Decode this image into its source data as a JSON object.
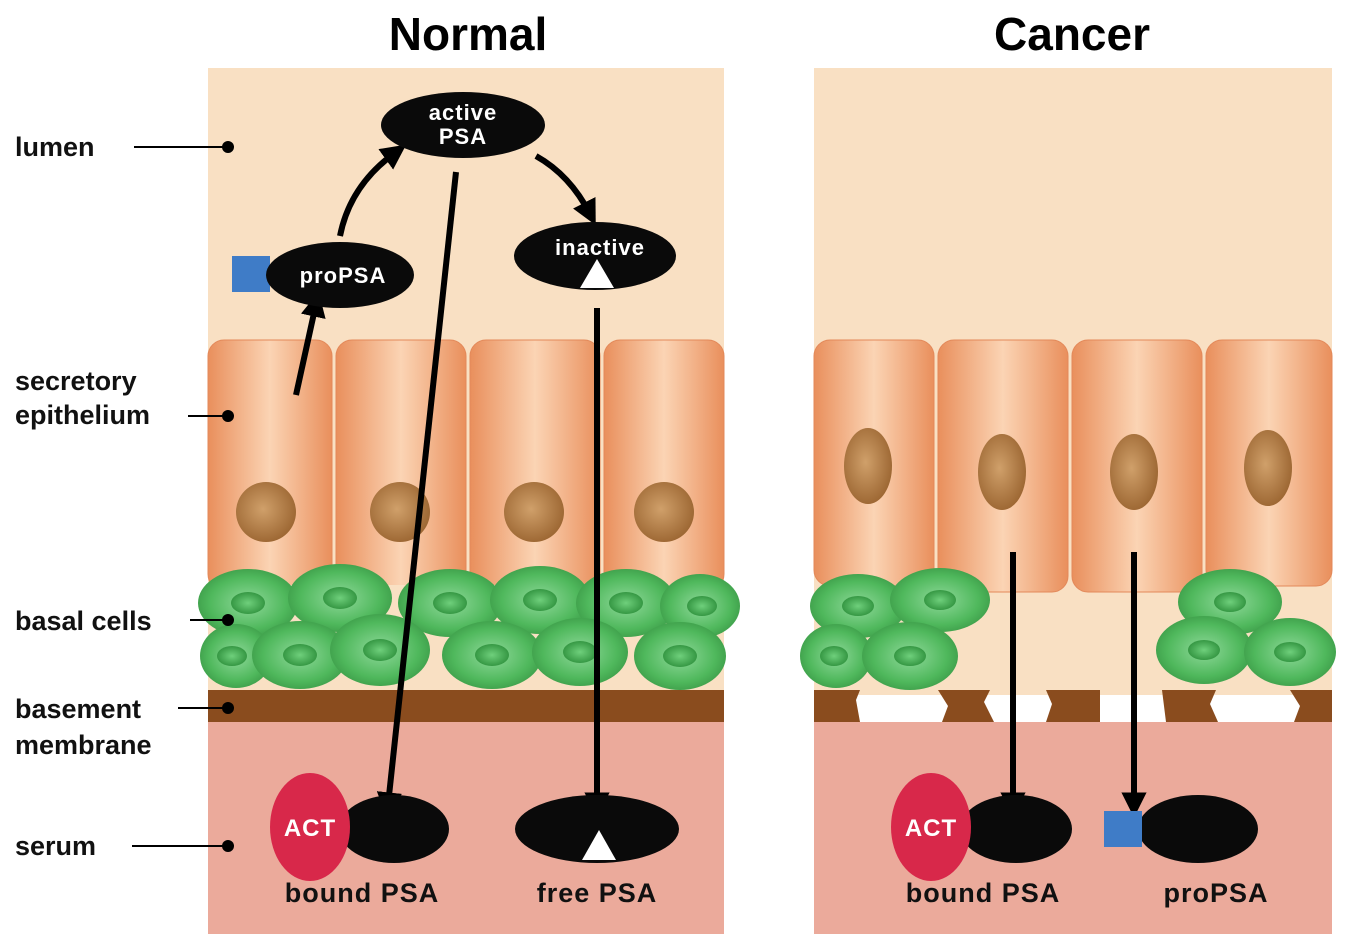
{
  "titles": {
    "normal": "Normal",
    "cancer": "Cancer"
  },
  "layers": {
    "lumen": "lumen",
    "secretory_1": "secretory",
    "secretory_2": "epithelium",
    "basal": "basal cells",
    "basement_1": "basement",
    "basement_2": "membrane",
    "serum": "serum"
  },
  "normal": {
    "active_1": "active",
    "active_2": "PSA",
    "inactive": "inactive",
    "propsa": "proPSA",
    "act": "ACT",
    "bound_label": "bound PSA",
    "free_label": "free PSA"
  },
  "cancer": {
    "act": "ACT",
    "bound_label": "bound PSA",
    "propsa_label": "proPSA"
  },
  "colors": {
    "lumen": "#f9e0c3",
    "epithelium": "#f2a87b",
    "basal_cell": "#55bb62",
    "basement": "#8a4c1e",
    "serum": "#ebaa9b",
    "psa": "#0a0a0a",
    "act": "#d8284a",
    "pro_square": "#3f7cc7"
  }
}
